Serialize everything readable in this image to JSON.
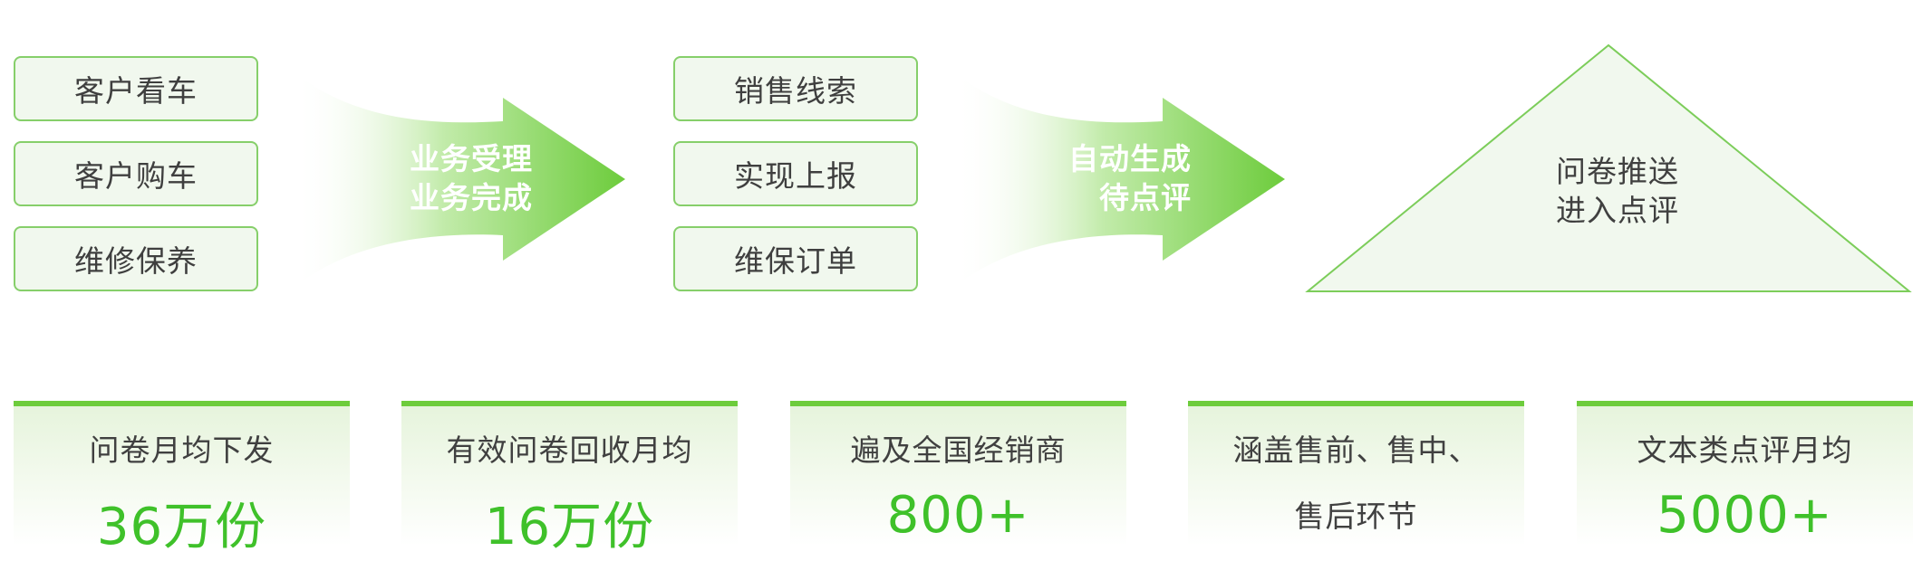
{
  "colors": {
    "accent_green": "#3fc12a",
    "arrow_green": "#73cf46",
    "box_border": "#86cf6a",
    "box_fill": "#f1f8ee",
    "text": "#404040"
  },
  "flow": {
    "group1": [
      "客户看车",
      "客户购车",
      "维修保养"
    ],
    "arrow1": [
      "业务受理",
      "业务完成"
    ],
    "group2": [
      "销售线索",
      "实现上报",
      "维保订单"
    ],
    "arrow2": [
      "自动生成",
      "待点评"
    ],
    "triangle": [
      "问卷推送",
      "进入点评"
    ]
  },
  "stats": [
    {
      "title": "问卷月均下发",
      "value": "36万份"
    },
    {
      "title": "有效问卷回收月均",
      "value": "16万份"
    },
    {
      "title": "遍及全国经销商",
      "value": "800+"
    },
    {
      "title": "涵盖售前、售中、",
      "line2": "售后环节"
    },
    {
      "title": "文本类点评月均",
      "value": "5000+"
    }
  ]
}
